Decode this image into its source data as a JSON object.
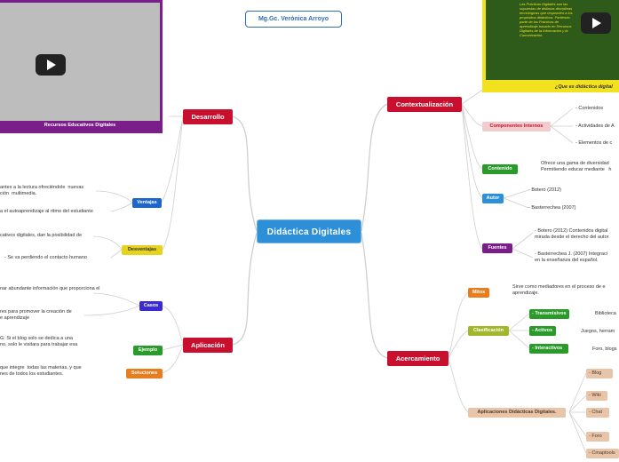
{
  "author": "Mg.Gc. Verónica Arroyo",
  "central": "Didáctica  Digitales",
  "branches": {
    "desarrollo": "Desarrollo",
    "aplicacion": "Aplicación",
    "contextualizacion": "Contextualización",
    "acercamiento": "Acercamiento"
  },
  "media": {
    "left_caption": "Recursos Educativos Digitales",
    "right_caption": "¿Que es  didáctica digital",
    "right_text": "Las Prácticas Digitales son las\nsupuestas de distintas disciplinas\ntecnológicas que responden a los\npropósitos didácticos. Partiendo\nparte de las Prácticas de\naprendizaje basado en Recursos\nDigitales de la Información y la\nComunicación."
  },
  "desarrollo": {
    "ventajas_label": "Ventajas",
    "ventajas_items": [
      "antes a la lectura ofreciéndole  nuevas\nción  multimedia.",
      "a el autoaprendizaje al ritmo del estudiante"
    ],
    "desventajas_label": "Desventajas",
    "desventajas_items": [
      "cativos digitales, dan la posibilidad de",
      "- Se va perdiendo el contacto humano"
    ]
  },
  "aplicacion": {
    "casos_label": "Casos",
    "casos_items": [
      "nar  abundante información que proporciona el",
      "res para promover la creación de\ne aprendizaje"
    ],
    "ejemplo_label": "Ejemplo",
    "ejemplo_text": "G: Si el blog solo se dedica a una\nno, solo le visitara para trabajar esa",
    "soluciones_label": "Soluciones",
    "soluciones_text": "que integre  todas las materias, y que\nnes de todos los estudiantes."
  },
  "contextualizacion": {
    "componentes_label": "Componentes Internos",
    "componentes_items": [
      "- Contenidos",
      "- Actividades de A",
      "- Elementos de c"
    ],
    "contenido_label": "Contenido",
    "contenido_text": "Ofrece una gama de diversidad\nPermitiendo educar mediante   h",
    "autor_label": "Autor",
    "autor_items": [
      "- Botero (2012)",
      "- Basterrechea (2007)"
    ],
    "fuentes_label": "Fuentes",
    "fuentes_items": [
      "- Botero (2012) Contenidos digital\nmirada desde el derecho del autor",
      "- Basterrechea J. (2007) Integraci\nen la enseñanza del español."
    ]
  },
  "acercamiento": {
    "mitos_label": "Mitos",
    "mitos_text": "Sirve como mediadores en el proceso de e\naprendizaje.",
    "clasificacion_label": "Clasificación",
    "clasificacion_items": [
      {
        "label": "- Transmisivos",
        "detail": "Biblioteca"
      },
      {
        "label": "- Activos",
        "detail": "Juegos, herram"
      },
      {
        "label": "- Interactivos",
        "detail": "Foro, blogs"
      }
    ],
    "aplicaciones_label": "Aplicaciones Didácticas Digitales.",
    "aplicaciones_items": [
      "- Blog",
      "- Wiki",
      "- Chat",
      "- Foro",
      "- Cmaptools"
    ]
  },
  "colors": {
    "central": "#2d8fd8",
    "branch": "#c8102e",
    "ventajas": "#1e66c9",
    "desventajas": "#e6d31e",
    "casos": "#3b2bd1",
    "ejemplo": "#2a9a2a",
    "soluciones": "#e87d1e",
    "contenido": "#2a9a2a",
    "autor": "#2d8fd8",
    "fuentes": "#7a1f8a",
    "mitos": "#e87d1e",
    "clasificacion": "#a2b82a",
    "clasif_items": "#2a9a2a",
    "media_frame_left": "#7a1f8a",
    "media_frame_right": "#f2e21e"
  }
}
